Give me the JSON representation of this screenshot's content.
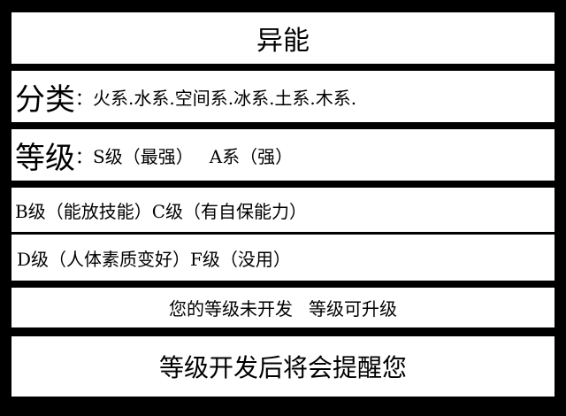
{
  "title": "异能",
  "category": {
    "label": "分类",
    "values": "：火系.水系.空间系.冰系.土系.木系."
  },
  "grade": {
    "label": "等级",
    "s_level": "：S级（最强）",
    "a_level": "A系（强）"
  },
  "grade_bc": {
    "b_level": "B级（能放技能）",
    "c_level": "C级（有自保能力）"
  },
  "grade_df": {
    "d_level": "D级（人体素质变好）",
    "f_level": "F级（没用）"
  },
  "notice_status": {
    "left": "您的等级未开发",
    "right": "等级可升级"
  },
  "notice_remind": "等级开发后将会提醒您"
}
